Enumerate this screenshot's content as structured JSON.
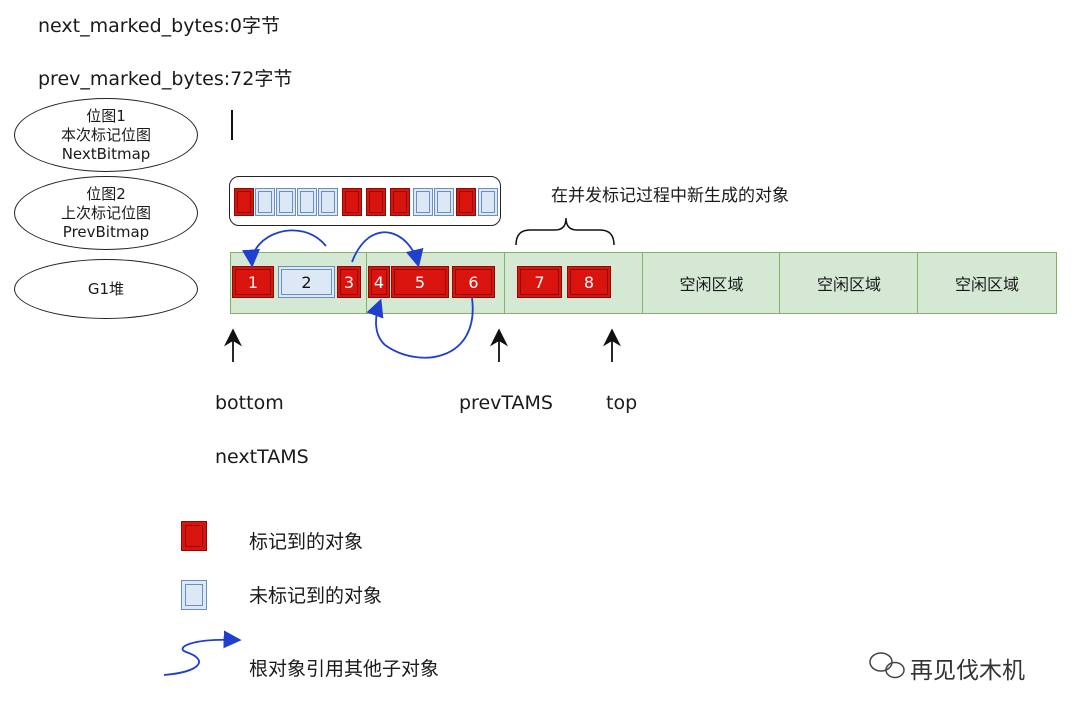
{
  "stats": {
    "next_marked_bytes": "next_marked_bytes:0字节",
    "prev_marked_bytes": "prev_marked_bytes:72字节"
  },
  "labels": {
    "bitmap1": [
      "位图1",
      "本次标记位图",
      "NextBitmap"
    ],
    "bitmap2": [
      "位图2",
      "上次标记位图",
      "PrevBitmap"
    ],
    "heap": "G1堆"
  },
  "prev_bitmap_bits": [
    "marked",
    "unmarked",
    "unmarked",
    "unmarked",
    "unmarked",
    "marked",
    "marked",
    "marked",
    "unmarked",
    "unmarked",
    "marked",
    "unmarked"
  ],
  "new_objects_annotation": "在并发标记过程中新生成的对象",
  "heap_objects": [
    {
      "label": "1",
      "state": "marked"
    },
    {
      "label": "2",
      "state": "unmarked"
    },
    {
      "label": "3",
      "state": "marked"
    },
    {
      "label": "4",
      "state": "marked"
    },
    {
      "label": "5",
      "state": "marked"
    },
    {
      "label": "6",
      "state": "marked"
    },
    {
      "label": "7",
      "state": "marked"
    },
    {
      "label": "8",
      "state": "marked"
    }
  ],
  "free_regions": [
    "空闲区域",
    "空闲区域",
    "空闲区域"
  ],
  "pointers": {
    "bottom": "bottom",
    "next_tams": "nextTAMS",
    "prev_tams": "prevTAMS",
    "top": "top"
  },
  "legend": {
    "marked": "标记到的对象",
    "unmarked": "未标记到的对象",
    "reference": "根对象引用其他子对象"
  },
  "colors": {
    "marked": "#d9140e",
    "unmarked": "#dce8f5",
    "region": "#d5e8d4",
    "arrow": "#1f3fcc"
  },
  "watermark": "再见伐木机"
}
